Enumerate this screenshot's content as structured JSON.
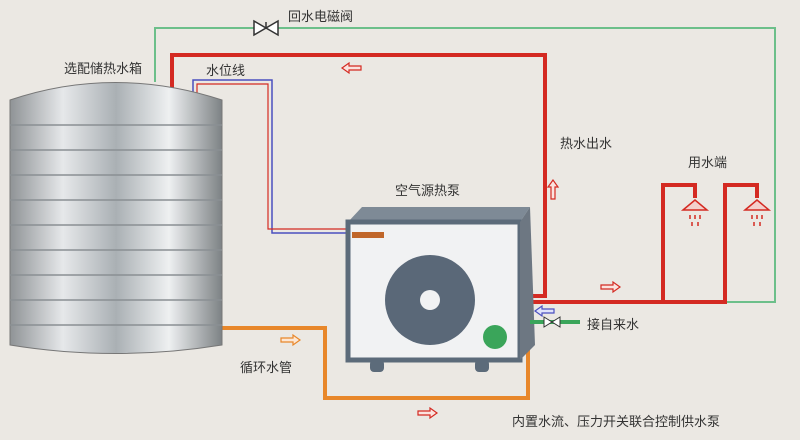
{
  "labels": {
    "solenoid_valve": "回水电磁阀",
    "storage_tank": "选配储热水箱",
    "water_level_line": "水位线",
    "hot_water_out": "热水出水",
    "heat_pump": "空气源热泵",
    "water_end": "用水端",
    "tap_water": "接自来水",
    "circulation_pipe": "循环水管",
    "pump_control": "内置水流、压力开关联合控制供水泵"
  },
  "colors": {
    "hot_pipe": "#d42a22",
    "return_pipe": "#6cbf8a",
    "circulation_pipe": "#e8872a",
    "level_wire_blue": "#4a4fc0",
    "background": "#ebe8e3"
  }
}
